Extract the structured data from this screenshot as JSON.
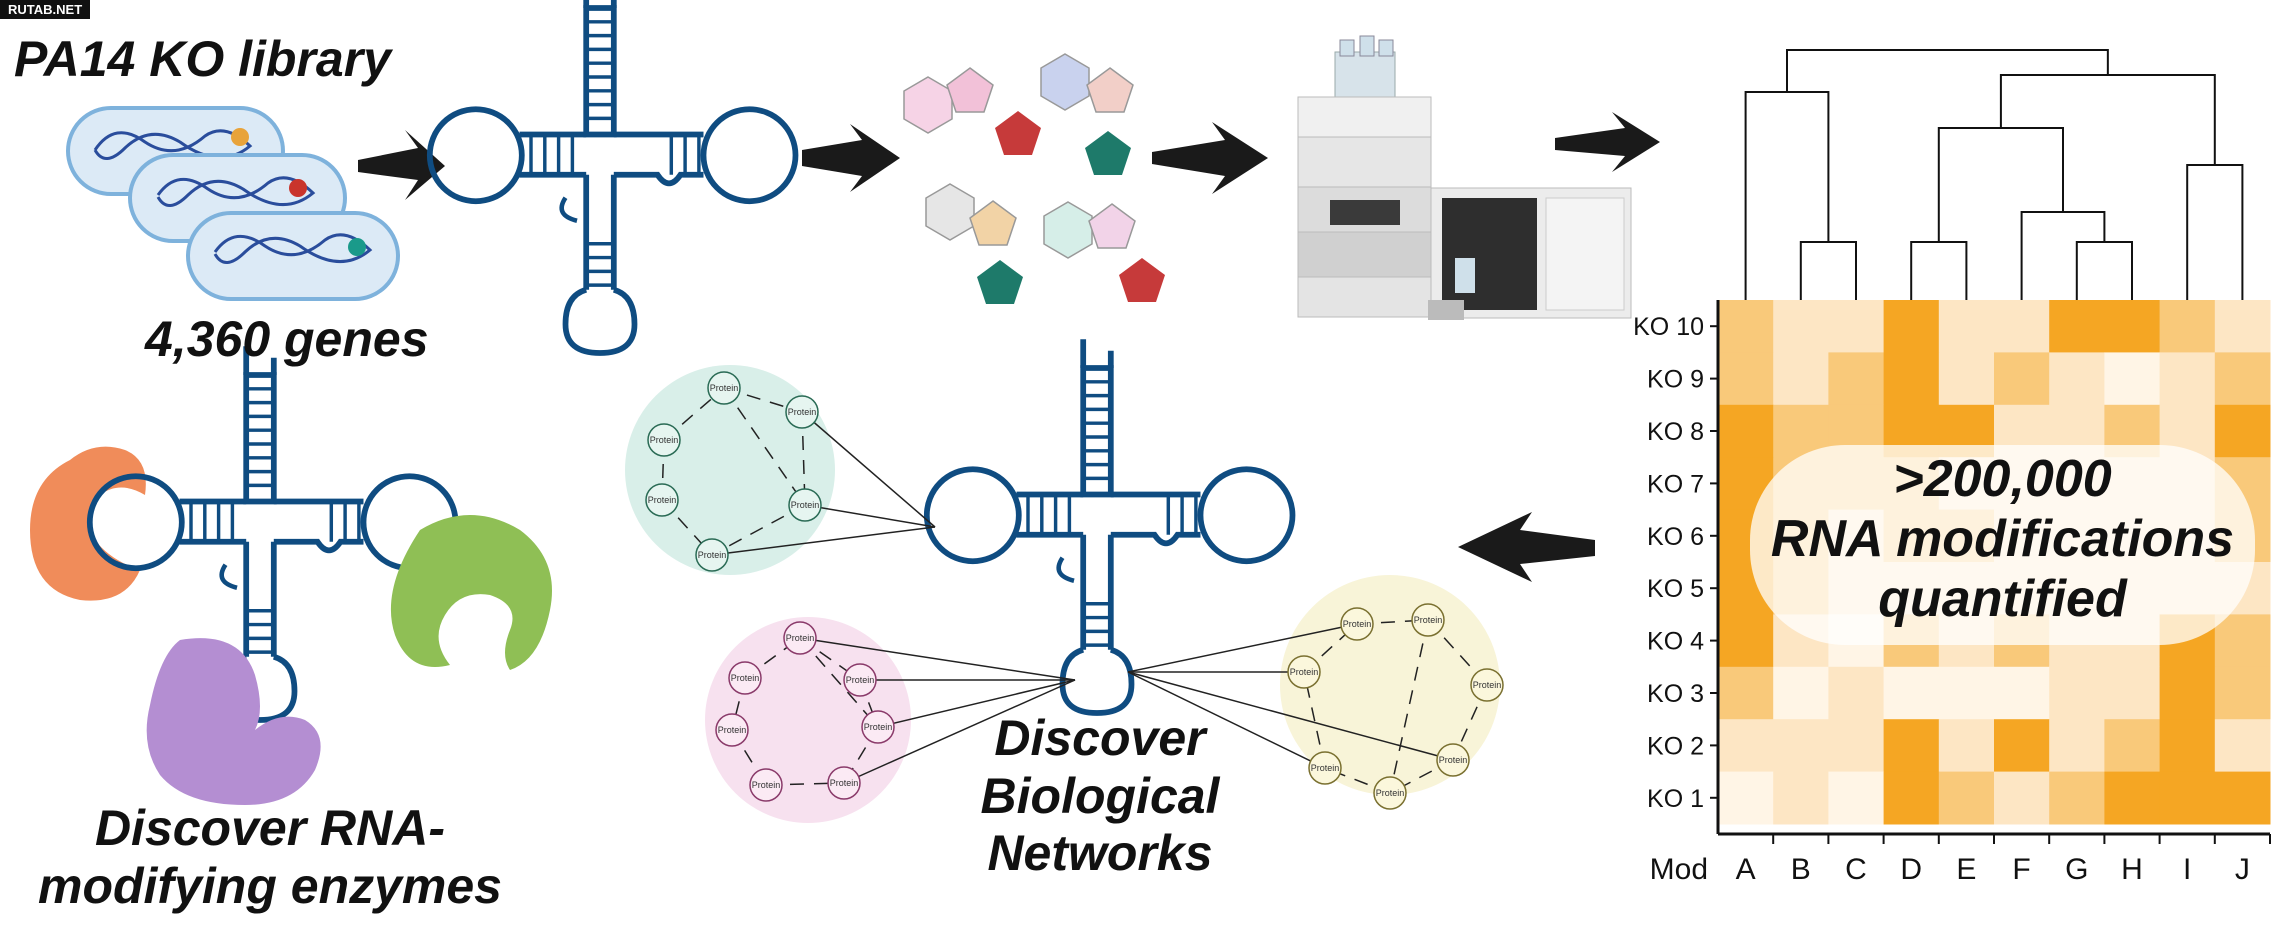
{
  "watermark": "RUTAB.NET",
  "labels": {
    "library_title": "PA14 KO library",
    "gene_count": "4,360 genes",
    "enzymes_line1": "Discover RNA-",
    "enzymes_line2": "modifying enzymes",
    "networks_line1": "Discover",
    "networks_line2": "Biological",
    "networks_line3": "Networks",
    "quant_line1": ">200,000",
    "quant_line2": "RNA modifications",
    "quant_line3": "quantified"
  },
  "protein_label": "Protein",
  "colors": {
    "trna": "#0f4c81",
    "bacteria_fill": "#dceaf6",
    "bacteria_outline": "#7eb2dc",
    "dot_yellow": "#e8a33a",
    "dot_red": "#c9342c",
    "dot_teal": "#1a9a8a",
    "arrow": "#1a1a1a",
    "heat_high": "#f5a623",
    "heat_mid": "#f9c97a",
    "heat_low": "#fde6c4",
    "heat_vlow": "#fff5e6",
    "enzyme_orange": "#f08c5a",
    "enzyme_green": "#8fbf55",
    "enzyme_purple": "#b48ed2",
    "network_teal": "#d9efe9",
    "network_pink": "#f7e1ef",
    "network_yellow": "#f8f4d8"
  },
  "icons": [
    "bacteria-icon",
    "trna-icon",
    "nucleoside-icon",
    "lc-ms-instrument-icon",
    "enzyme-icon",
    "protein-network-icon"
  ],
  "chart_data": {
    "type": "heatmap",
    "x_title": "Mod",
    "columns": [
      "A",
      "B",
      "C",
      "D",
      "E",
      "F",
      "G",
      "H",
      "I",
      "J"
    ],
    "rows": [
      "KO 10",
      "KO 9",
      "KO 8",
      "KO 7",
      "KO 6",
      "KO 5",
      "KO 4",
      "KO 3",
      "KO 2",
      "KO 1"
    ],
    "values": [
      [
        2,
        1,
        1,
        3,
        1,
        1,
        3,
        3,
        2,
        1
      ],
      [
        2,
        1,
        2,
        3,
        1,
        2,
        1,
        0,
        1,
        2
      ],
      [
        3,
        2,
        2,
        3,
        3,
        1,
        1,
        2,
        1,
        3
      ],
      [
        3,
        2,
        2,
        2,
        1,
        1,
        1,
        1,
        1,
        2
      ],
      [
        3,
        2,
        1,
        2,
        2,
        1,
        1,
        1,
        1,
        2
      ],
      [
        3,
        2,
        1,
        1,
        1,
        1,
        1,
        1,
        1,
        1
      ],
      [
        3,
        1,
        0,
        2,
        1,
        2,
        1,
        1,
        3,
        2
      ],
      [
        2,
        0,
        1,
        0,
        0,
        0,
        1,
        1,
        3,
        2
      ],
      [
        1,
        1,
        1,
        3,
        1,
        3,
        1,
        2,
        3,
        1
      ],
      [
        0,
        1,
        0,
        3,
        2,
        1,
        2,
        3,
        3,
        3
      ]
    ],
    "dendrogram_order": [
      "A",
      "B",
      "C",
      "D",
      "E",
      "F",
      "G",
      "H",
      "I",
      "J"
    ]
  }
}
